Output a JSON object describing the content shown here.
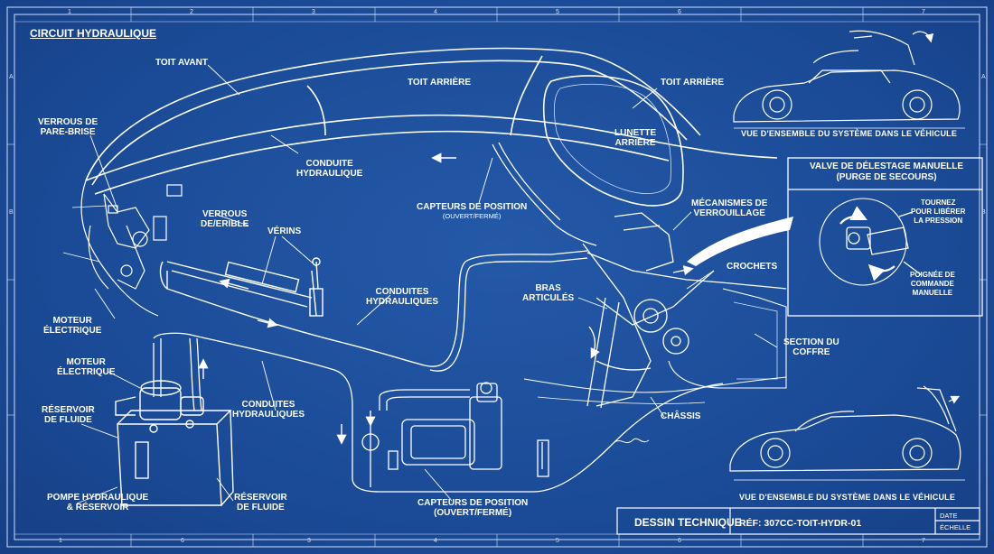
{
  "diagram": {
    "title": "CIRCUIT HYDRAULIQUE",
    "ruler_top": [
      "1",
      "2",
      "3",
      "4",
      "5",
      "6",
      "7"
    ],
    "ruler_bottom": [
      "1",
      "6",
      "3",
      "4",
      "5",
      "6",
      "7"
    ],
    "ruler_side": [
      "A",
      "B",
      "A",
      "B"
    ],
    "labels": {
      "toit_avant": "TOIT AVANT",
      "toit_arriere_1": "TOIT ARRIÈRE",
      "toit_arriere_2": "TOIT ARRIÈRE",
      "verrous_pare_brise_1": "VERROUS DE",
      "verrous_pare_brise_2": "PARE-BRISE",
      "conduite_1": "CONDUITE",
      "conduite_2": "HYDRAULIQUE",
      "lunette_1": "LUNETTE",
      "lunette_2": "ARRIÈRE",
      "verrous_de_erible_1": "VERROUS",
      "verrous_de_erible_2": "DE/ERIBLE",
      "capteurs_top_1": "CAPTEURS DE POSITION",
      "capteurs_top_sub": "(OUVERT/FERMÉ)",
      "mecanismes_1": "MÉCANISMES DE",
      "mecanismes_2": "VERROUILLAGE",
      "verins": "VÉRINS",
      "crochets": "CROCHETS",
      "conduites_1a": "CONDUITES",
      "conduites_1b": "HYDRAULIQUES",
      "bras_1": "BRAS",
      "bras_2": "ARTICULÉS",
      "moteur_1a": "MOTEUR",
      "moteur_1b": "ÉLECTRIQUE",
      "moteur_2a": "MOTEUR",
      "moteur_2b": "ÉLECTRIQUE",
      "section_1": "SECTION DU",
      "section_2": "COFFRE",
      "reservoir_1a": "RÉSERVOIR",
      "reservoir_1b": "DE FLUIDE",
      "conduites_2a": "CONDUITES",
      "conduites_2b": "HYDRAULIQUES",
      "chassis": "CHÂSSIS",
      "pompe_1": "POMPE HYDRAULIQUE",
      "pompe_2": "& RÉSERVOIR",
      "reservoir_2a": "RÉSERVOIR",
      "reservoir_2b": "DE FLUIDE",
      "capteurs_bottom_1": "CAPTEURS DE POSITION",
      "capteurs_bottom_2": "(OUVERT/FERMÉ)"
    },
    "valve": {
      "title_1": "VALVE DE DÉLESTAGE MANUELLE",
      "title_2": "(PURGE DE SECOURS)",
      "turn_1": "TOURNEZ",
      "turn_2": "POUR LIBÉRER",
      "turn_3": "LA PRESSION",
      "handle_1": "POIGNÉE DE",
      "handle_2": "COMMANDE",
      "handle_3": "MANUELLE"
    },
    "overview_caption_top": "VUE D'ENSEMBLE DU SYSTÈME DANS LE VÉHICULE",
    "overview_caption_bottom": "VUE D'ENSEMBLE DU SYSTÈME DANS LE VÉHICULE",
    "title_block": {
      "title": "DESSIN TECHNIQUE",
      "ref": "RÉF: 307CC-TOIT-HYDR-01",
      "date": "DATE",
      "scale": "ÉCHELLE"
    },
    "colors": {
      "background": "#1d4f9c",
      "line": "#ffffff",
      "faint_line": "#9fc0f0"
    }
  }
}
